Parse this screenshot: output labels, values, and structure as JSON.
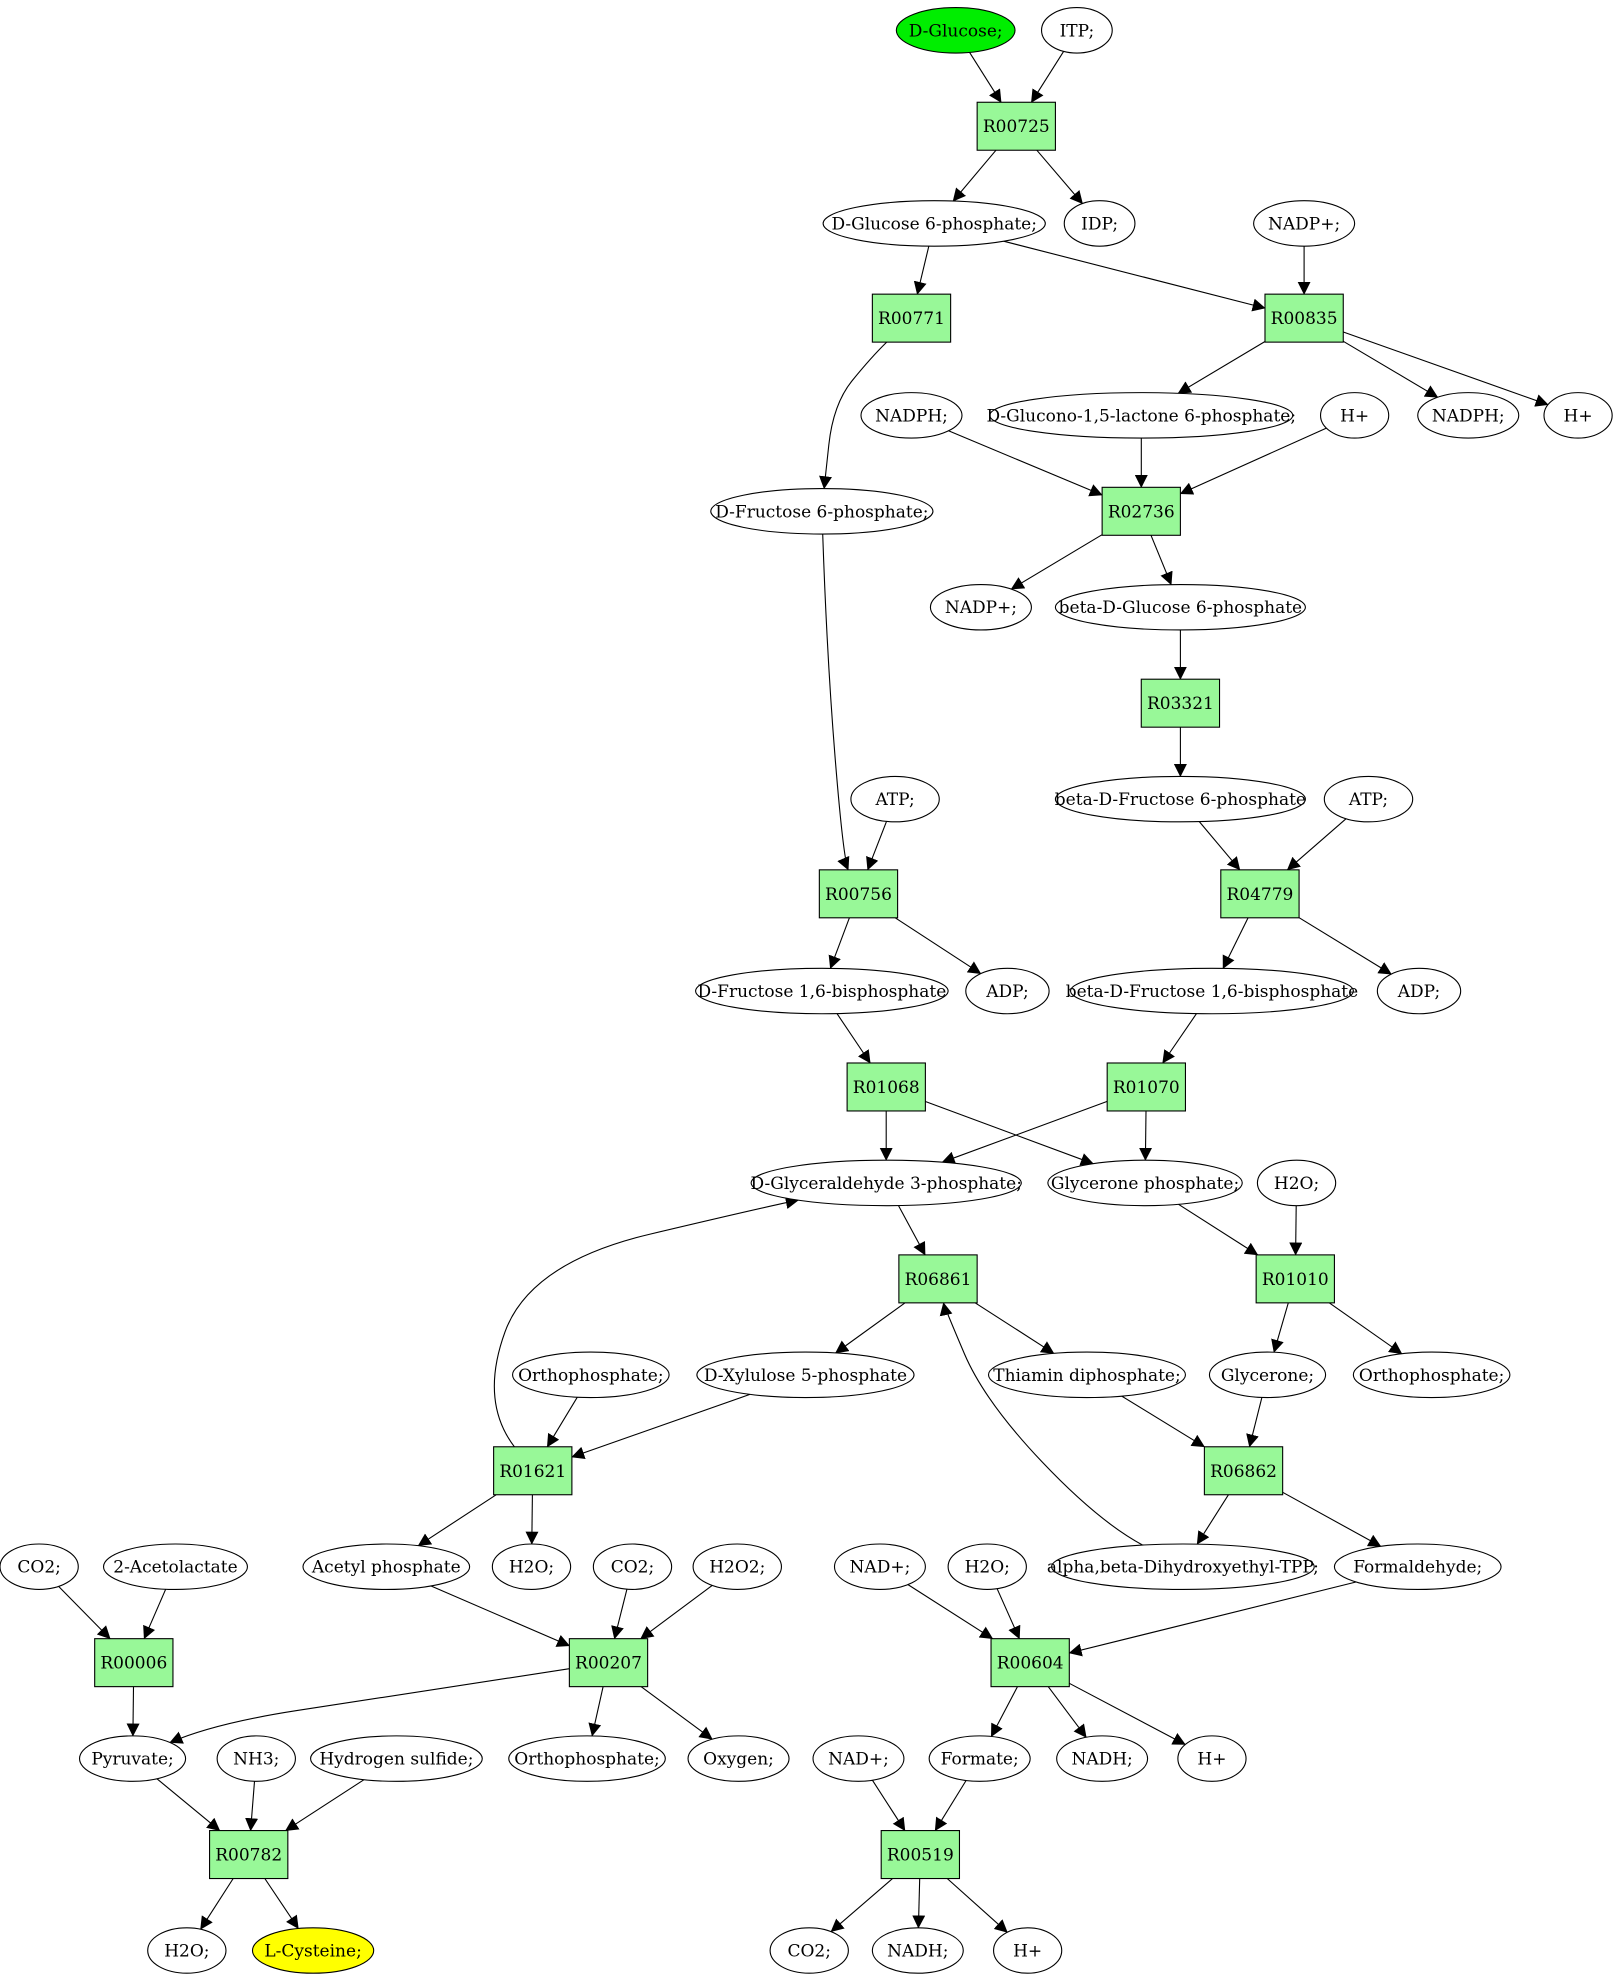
{
  "metabolites": {
    "glc": "D-Glucose;",
    "itp": "ITP;",
    "g6p": "D-Glucose 6-phosphate;",
    "idp": "IDP;",
    "nadp1": "NADP+;",
    "nadph1": "NADPH;",
    "gl6p": "D-Glucono-1,5-lactone 6-phosphate;",
    "h1": "H+",
    "nadph2": "NADPH;",
    "h2": "H+",
    "f6p": "D-Fructose 6-phosphate;",
    "nadp2": "NADP+;",
    "bg6p": "beta-D-Glucose 6-phosphate",
    "atp1": "ATP;",
    "bf6p": "beta-D-Fructose 6-phosphate",
    "atp2": "ATP;",
    "fbp": "D-Fructose 1,6-bisphosphate",
    "adp1": "ADP;",
    "bfbp": "beta-D-Fructose 1,6-bisphosphate",
    "adp2": "ADP;",
    "gap": "D-Glyceraldehyde 3-phosphate;",
    "dhap": "Glycerone phosphate;",
    "h2o1": "H2O;",
    "pi1": "Orthophosphate;",
    "x5p": "D-Xylulose 5-phosphate",
    "tpp": "Thiamin diphosphate;",
    "glyc": "Glycerone;",
    "pi2": "Orthophosphate;",
    "co2a": "CO2;",
    "acl": "2-Acetolactate",
    "acp": "Acetyl phosphate",
    "h2o2": "H2O;",
    "co2b": "CO2;",
    "h2o2x": "H2O2;",
    "nad1": "NAD+;",
    "h2o3": "H2O;",
    "dhe": "alpha,beta-Dihydroxyethyl-TPP;",
    "form": "Formaldehyde;",
    "pyr": "Pyruvate;",
    "nh3": "NH3;",
    "h2s": "Hydrogen sulfide;",
    "pi3": "Orthophosphate;",
    "oxy": "Oxygen;",
    "nad2": "NAD+;",
    "formate": "Formate;",
    "nadh1": "NADH;",
    "h3": "H+",
    "h2o4": "H2O;",
    "cys": "L-Cysteine;",
    "co2c": "CO2;",
    "nadh2": "NADH;",
    "h4": "H+"
  },
  "reactions": {
    "R00725": "R00725",
    "R00771": "R00771",
    "R00835": "R00835",
    "R02736": "R02736",
    "R03321": "R03321",
    "R00756": "R00756",
    "R04779": "R04779",
    "R01068": "R01068",
    "R01070": "R01070",
    "R06861": "R06861",
    "R01010": "R01010",
    "R01621": "R01621",
    "R06862": "R06862",
    "R00006": "R00006",
    "R00207": "R00207",
    "R00604": "R00604",
    "R00782": "R00782",
    "R00519": "R00519"
  },
  "colors": {
    "start_node": "#00ee00",
    "target_node": "#ffff00",
    "reaction_box": "#98f898"
  }
}
